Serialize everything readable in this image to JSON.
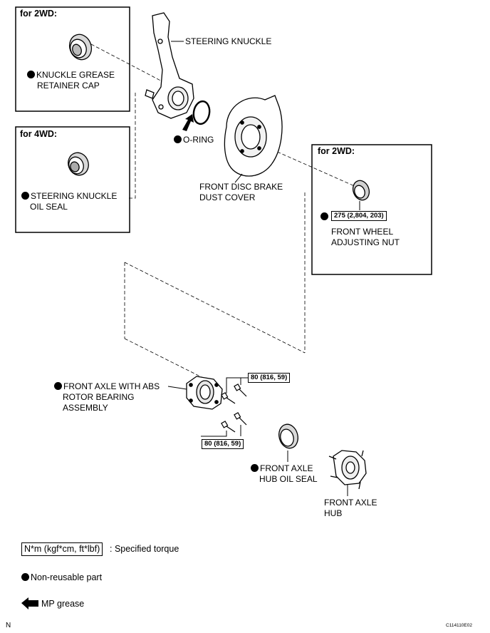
{
  "boxes": {
    "cap_box_title": "for 2WD:",
    "seal_box_title": "for 4WD:",
    "nut_box_title": "for 2WD:"
  },
  "labels": {
    "grease_cap": [
      "KNUCKLE GREASE",
      "RETAINER CAP"
    ],
    "steering_knuckle": "STEERING KNUCKLE",
    "o_ring": "O-RING",
    "dust_cover": [
      "FRONT DISC BRAKE",
      "DUST COVER"
    ],
    "knuckle_oil_seal": [
      "STEERING KNUCKLE",
      "OIL SEAL"
    ],
    "adjusting_nut": [
      "FRONT WHEEL",
      "ADJUSTING NUT"
    ],
    "bearing_assembly": [
      "FRONT AXLE WITH ABS",
      "ROTOR BEARING",
      "ASSEMBLY"
    ],
    "hub_oil_seal": [
      "FRONT AXLE",
      "HUB OIL SEAL"
    ],
    "axle_hub": [
      "FRONT AXLE",
      "HUB"
    ]
  },
  "torques": {
    "nut": "275 (2,804, 203)",
    "bolts_upper": "80 (816, 59)",
    "bolts_lower": "80 (816, 59)"
  },
  "legend": {
    "torque_unit": "N*m (kgf*cm, ft*lbf)",
    "torque_text": ": Specified torque",
    "nonreusable_text": "Non-reusable part",
    "grease_text": "MP grease"
  },
  "footer": {
    "left_mark": "N",
    "figure_code": "C114110E02"
  }
}
